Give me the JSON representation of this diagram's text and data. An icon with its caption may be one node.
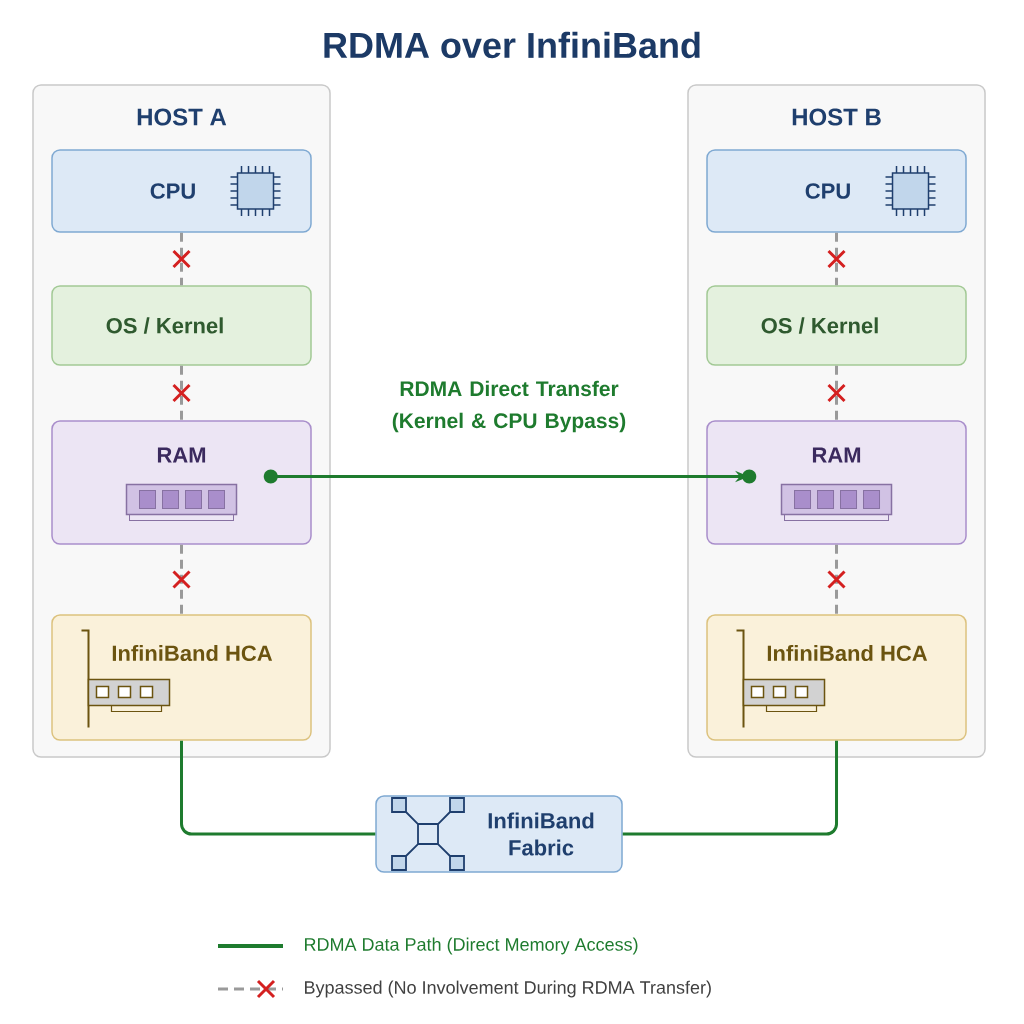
{
  "diagram": {
    "title": "RDMA over InfiniBand",
    "nodes": [
      {
        "text": [
          "HOST A"
        ]
      },
      {
        "text": [
          "CPU"
        ],
        "in": 0
      },
      {
        "text": [
          "OS / Kernel"
        ],
        "in": 0
      },
      {
        "text": [
          "RAM"
        ],
        "in": 0
      },
      {
        "text": [
          "InfiniBand HCA"
        ],
        "in": 0
      },
      {
        "text": [
          "HOST B"
        ]
      },
      {
        "text": [
          "CPU"
        ],
        "in": 5
      },
      {
        "text": [
          "OS / Kernel"
        ],
        "in": 5
      },
      {
        "text": [
          "RAM"
        ],
        "in": 5
      },
      {
        "text": [
          "InfiniBand HCA"
        ],
        "in": 5
      },
      {
        "text": [
          "InfiniBand Fabric"
        ]
      }
    ],
    "edges": [
      {
        "from": 1,
        "to": 2,
        "arrow": "none",
        "style": "dashed",
        "color": "#9a9a9a"
      },
      {
        "from": 2,
        "to": 3,
        "arrow": "none",
        "style": "dashed",
        "color": "#9a9a9a"
      },
      {
        "from": 3,
        "to": 4,
        "arrow": "none",
        "style": "dashed",
        "color": "#9a9a9a"
      },
      {
        "from": 6,
        "to": 7,
        "arrow": "none",
        "style": "dashed",
        "color": "#9a9a9a"
      },
      {
        "from": 7,
        "to": 8,
        "arrow": "none",
        "style": "dashed",
        "color": "#9a9a9a"
      },
      {
        "from": 8,
        "to": 9,
        "arrow": "none",
        "style": "dashed",
        "color": "#9a9a9a"
      },
      {
        "from": 3,
        "to": 8,
        "arrow": "to",
        "label": "RDMA Direct Transfer (Kernel & CPU Bypass)",
        "color": "#1e7b2e"
      },
      {
        "from": 4,
        "to": 10,
        "arrow": "none",
        "color": "#1e7b2e"
      },
      {
        "from": 10,
        "to": 9,
        "arrow": "none",
        "color": "#1e7b2e"
      }
    ],
    "legend": [
      {
        "text": "RDMA Data Path (Direct Memory Access)"
      },
      {
        "text": "Bypassed (No Involvement During RDMA Transfer)"
      }
    ]
  }
}
